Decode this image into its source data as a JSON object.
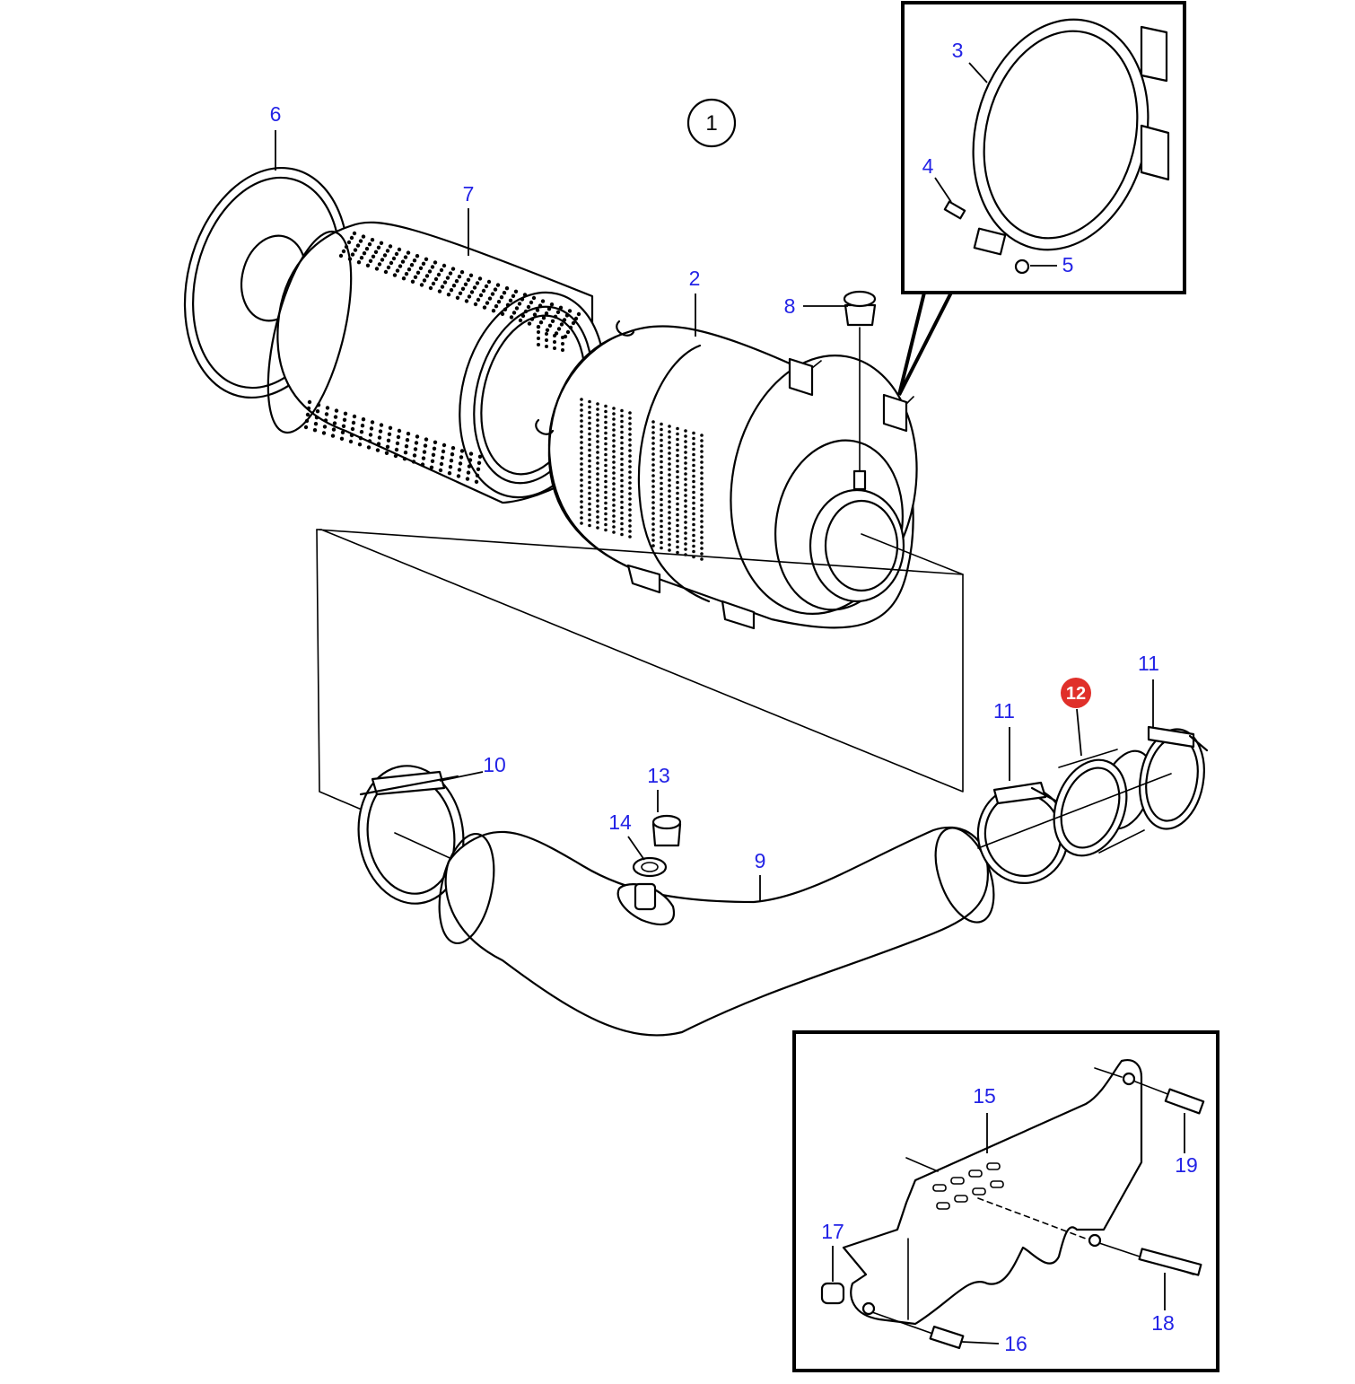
{
  "assembly_ref": "1",
  "colors": {
    "callout_text": "#2323e6",
    "highlight": "#e0302a",
    "line": "#000000"
  },
  "callouts": [
    {
      "id": "2",
      "text": "2"
    },
    {
      "id": "3",
      "text": "3"
    },
    {
      "id": "4",
      "text": "4"
    },
    {
      "id": "5",
      "text": "5"
    },
    {
      "id": "6",
      "text": "6"
    },
    {
      "id": "7",
      "text": "7"
    },
    {
      "id": "8",
      "text": "8"
    },
    {
      "id": "9",
      "text": "9"
    },
    {
      "id": "10",
      "text": "10"
    },
    {
      "id": "11a",
      "text": "11"
    },
    {
      "id": "11b",
      "text": "11"
    },
    {
      "id": "12",
      "text": "12",
      "highlighted": true
    },
    {
      "id": "13",
      "text": "13"
    },
    {
      "id": "14",
      "text": "14"
    },
    {
      "id": "15",
      "text": "15"
    },
    {
      "id": "16",
      "text": "16"
    },
    {
      "id": "17",
      "text": "17"
    },
    {
      "id": "18",
      "text": "18"
    },
    {
      "id": "19",
      "text": "19"
    }
  ]
}
